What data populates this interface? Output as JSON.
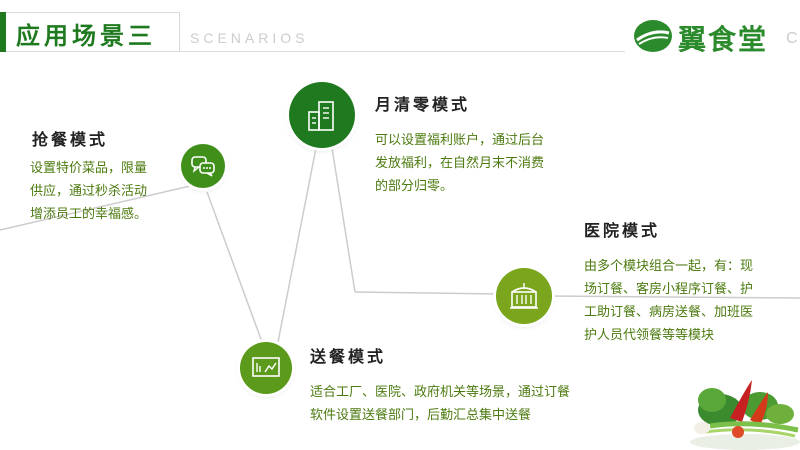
{
  "header": {
    "title": "应用场景三",
    "subtitle": "SCENARIOS",
    "logo_text": "翼食堂",
    "logo_edge": "C"
  },
  "sections": {
    "rush": {
      "title": "抢餐模式",
      "lines": [
        "设置特价菜品，限量",
        "供应，通过秒杀活动",
        "增添员工的幸福感。"
      ],
      "icon": "chat-bubbles-icon"
    },
    "monthly": {
      "title": "月清零模式",
      "lines": [
        "可以设置福利账户，通过后台",
        "发放福利，在自然月末不消费",
        "的部分归零。"
      ],
      "icon": "buildings-icon"
    },
    "hospital": {
      "title": "医院模式",
      "lines": [
        "由多个模块组合一起，有：现",
        "场订餐、客房小程序订餐、护",
        "工助订餐、病房送餐、加班医",
        "护人员代领餐等等模块"
      ],
      "icon": "hospital-building-icon"
    },
    "delivery": {
      "title": "送餐模式",
      "lines": [
        "适合工厂、医院、政府机关等场景，通过订餐",
        "软件设置送餐部门，后勤汇总集中送餐"
      ],
      "icon": "chart-screen-icon"
    }
  },
  "colors": {
    "primary_green": "#1f7a1f",
    "light_green": "#7aa51c",
    "text_green": "#4c7a0f",
    "line_gray": "#cccccc"
  }
}
